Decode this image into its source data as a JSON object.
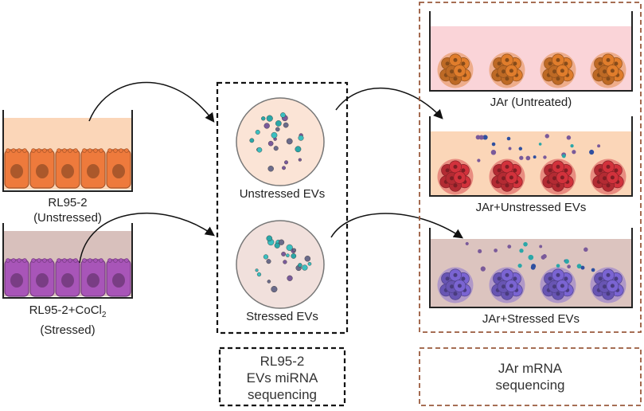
{
  "cells": {
    "unstressed": {
      "line1": "RL95-2",
      "line2": "(Unstressed)",
      "color": "#ee7a3c"
    },
    "stressed": {
      "line1_prefix": "RL95-2+CoCl",
      "line1_sub": "2",
      "line2": "(Stressed)",
      "color": "#a855b8"
    }
  },
  "evs": {
    "unstressed": "Unstressed EVs",
    "stressed": "Stressed EVs",
    "box_label": [
      "RL95-2",
      "EVs miRNA",
      "sequencing"
    ]
  },
  "jar": {
    "untreated": "JAr (Untreated)",
    "unstressed": "JAr+Unstressed EVs",
    "stressed": "JAr+Stressed EVs",
    "box_label": [
      "JAr mRNA",
      "sequencing"
    ]
  },
  "colors": {
    "untreated_cluster": "#e07d2c",
    "unstressed_cluster": "#d2323c",
    "stressed_cluster": "#7a64d2",
    "ev_teal": "#2aa7a8",
    "ev_purple": "#7a5a9a",
    "dashed_brown": "#9a5a3c"
  }
}
